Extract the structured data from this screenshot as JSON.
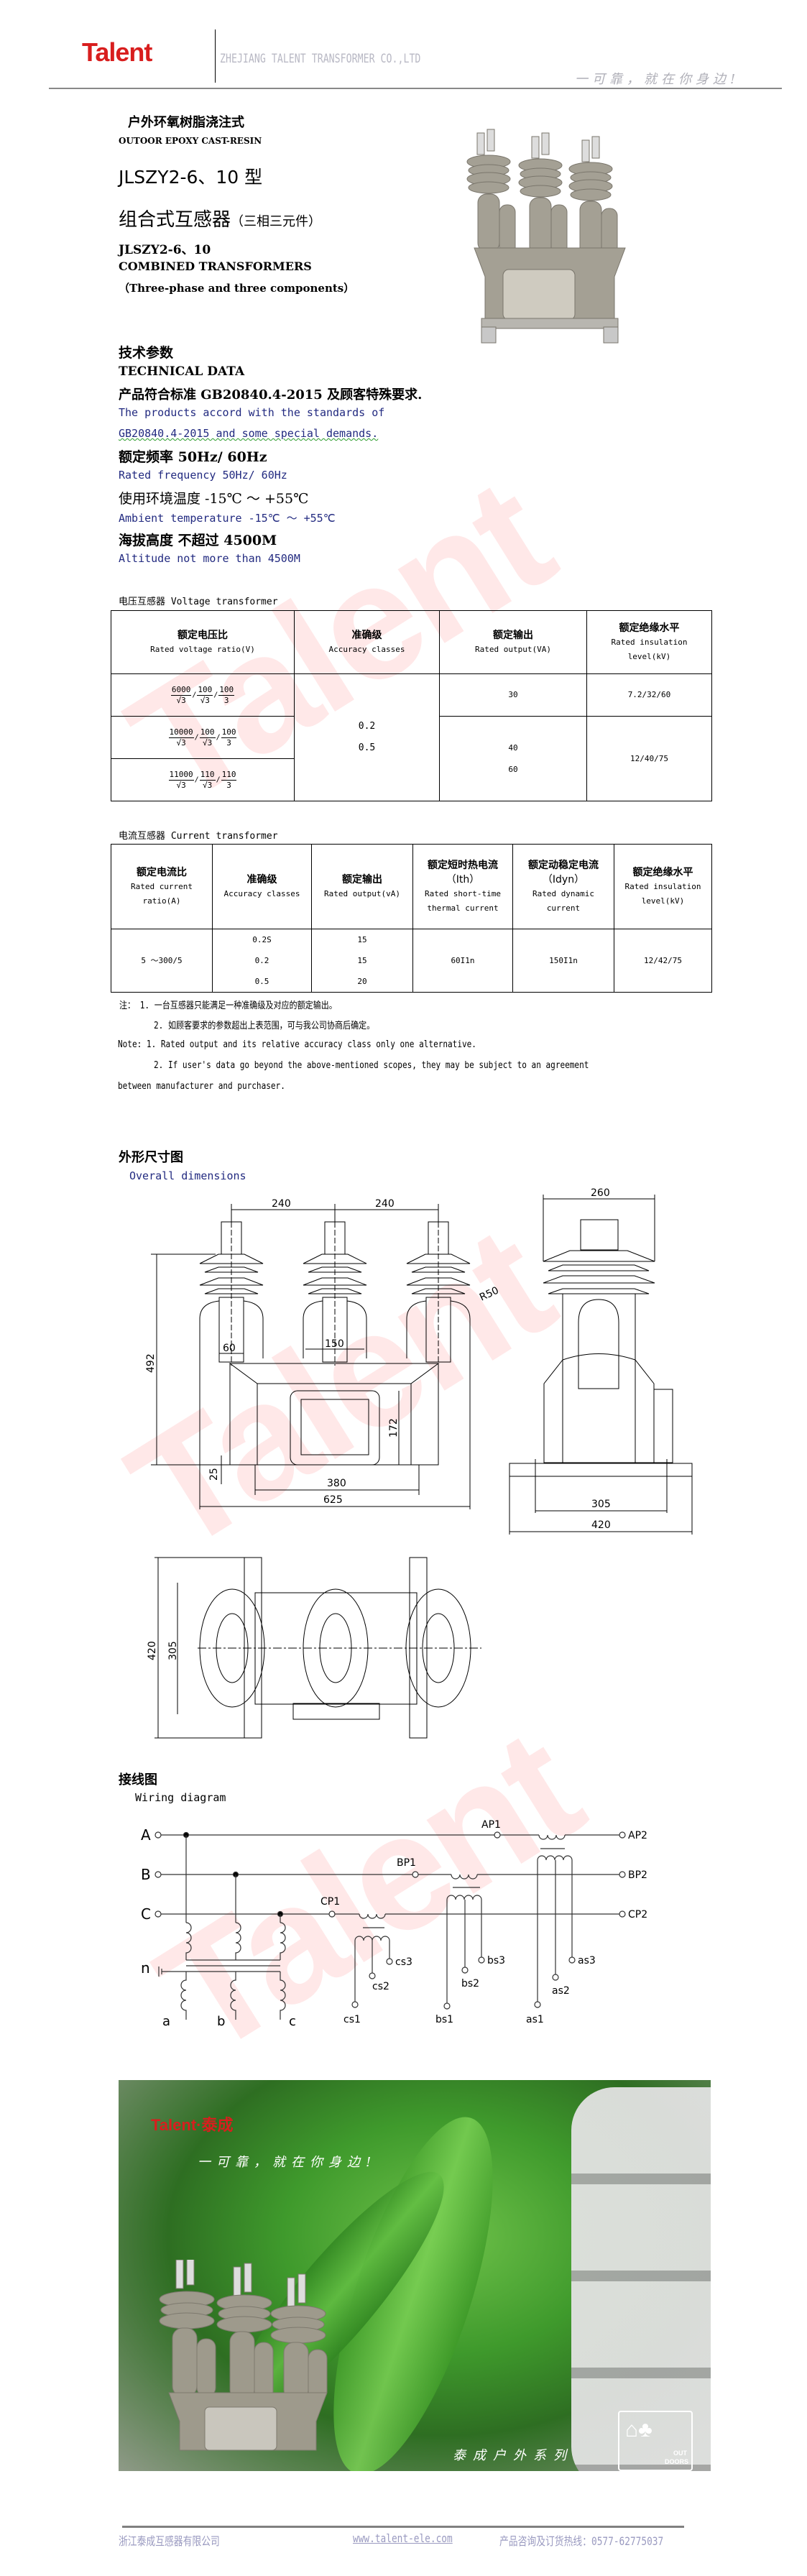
{
  "header": {
    "logo": "Talent",
    "company": "ZHEJIANG TALENT TRANSFORMER CO.,LTD",
    "slogan": "一可靠，就在你身边!"
  },
  "watermark": "Talent",
  "title": {
    "cn_type": "户外环氧树脂浇注式",
    "en_type": "OUTOOR EPOXY CAST-RESIN",
    "model": "JLSZY2-6、10 型",
    "cn_name": "组合式互感器",
    "cn_name_suffix": "（三相三元件）",
    "model_en": "JLSZY2-6、10",
    "en_name": "COMBINED TRANSFORMERS",
    "en_suffix": "（Three-phase and three components）"
  },
  "technical": {
    "heading_cn": "技术参数",
    "heading_en": "TECHNICAL DATA",
    "standard_cn": "产品符合标准 GB20840.4-2015 及顾客特殊要求.",
    "standard_en_1": "The products accord with the standards of",
    "standard_en_2": "GB20840.4-2015 and some special demands.",
    "freq_cn": "额定频率 50Hz/ 60Hz",
    "freq_en": "Rated frequency  50Hz/ 60Hz",
    "temp_cn": "使用环境温度 -15℃ ～ +55℃",
    "temp_en": "Ambient temperature  -15℃ ～ +55℃",
    "alt_cn": "海拔高度 不超过 4500M",
    "alt_en": "Altitude not more than 4500M"
  },
  "voltage_table": {
    "caption": "电压互感器 Voltage transformer",
    "headers": [
      {
        "cn": "额定电压比",
        "en": "Rated voltage ratio(V)"
      },
      {
        "cn": "准确级",
        "en": "Accuracy classes"
      },
      {
        "cn": "额定输出",
        "en": "Rated output(VA)"
      },
      {
        "cn": "额定绝缘水平",
        "en": "Rated insulation",
        "en2": "level(kV)"
      }
    ],
    "ratios": [
      [
        {
          "n": "6000",
          "d": "√3"
        },
        {
          "n": "100",
          "d": "√3"
        },
        {
          "n": "100",
          "d": "3"
        }
      ],
      [
        {
          "n": "10000",
          "d": "√3"
        },
        {
          "n": "100",
          "d": "√3"
        },
        {
          "n": "100",
          "d": "3"
        }
      ],
      [
        {
          "n": "11000",
          "d": "√3"
        },
        {
          "n": "110",
          "d": "√3"
        },
        {
          "n": "110",
          "d": "3"
        }
      ]
    ],
    "accuracy": [
      "0.2",
      "0.5"
    ],
    "output_1": "30",
    "output_2": [
      "40",
      "60"
    ],
    "insulation_1": "7.2/32/60",
    "insulation_2": "12/40/75"
  },
  "current_table": {
    "caption": "电流互感器 Current transformer",
    "headers": [
      {
        "cn": "额定电流比",
        "en": "Rated current",
        "en2": "ratio(A)"
      },
      {
        "cn": "准确级",
        "en": "Accuracy classes"
      },
      {
        "cn": "额定输出",
        "en": "Rated output(vA)"
      },
      {
        "cn": "额定短时热电流",
        "cn2": "（Ith）",
        "en": "Rated short-time",
        "en2": "thermal current"
      },
      {
        "cn": "额定动稳定电流",
        "cn2": "（Idyn）",
        "en": "Rated dynamic",
        "en2": "current"
      },
      {
        "cn": "额定绝缘水平",
        "en": "Rated insulation",
        "en2": "level(kV)"
      }
    ],
    "ratio": "5 ～300/5",
    "accuracy": [
      "0.2S",
      "0.2",
      "0.5"
    ],
    "output": [
      "15",
      "15",
      "20"
    ],
    "ith": "60I1n",
    "idyn": "150I1n",
    "insulation": "12/42/75"
  },
  "notes": {
    "cn_1": "注：  1. 一台互感器只能满足一种准确级及对应的额定输出。",
    "cn_2": "2. 如顾客要求的参数超出上表范围，可与我公司协商后确定。",
    "en_1": "Note: 1. Rated output and its relative accuracy class only one alternative.",
    "en_2": "2. If user's data go beyond the above-mentioned scopes, they may be subject to an agreement",
    "en_3": "between manufacturer and purchaser."
  },
  "dimensions": {
    "heading_cn": "外形尺寸图",
    "heading_en": "Overall dimensions",
    "labels": {
      "pitch": "240",
      "height": "492",
      "r": "R50",
      "w60": "60",
      "w150": "150",
      "h172": "172",
      "h25": "25",
      "w380": "380",
      "w625": "625",
      "w260": "260",
      "w305": "305",
      "w420": "420"
    }
  },
  "wiring": {
    "heading_cn": "接线图",
    "heading_en": "Wiring diagram",
    "phases": [
      "A",
      "B",
      "C"
    ],
    "neutral": "n",
    "outputs": [
      "a",
      "b",
      "c"
    ],
    "primary_in": [
      "AP1",
      "BP1",
      "CP1"
    ],
    "primary_out": [
      "AP2",
      "BP2",
      "CP2"
    ],
    "secondary_a": [
      "as1",
      "as2",
      "as3"
    ],
    "secondary_b": [
      "bs1",
      "bs2",
      "bs3"
    ],
    "secondary_c": [
      "cs1",
      "cs2",
      "cs3"
    ]
  },
  "banner": {
    "brand": "Talent·泰成",
    "slogan": "一可靠，就在你身边!",
    "series": "泰成户外系列",
    "badge_1": "OUT",
    "badge_2": "DOORS"
  },
  "footer": {
    "company": "浙江泰成互感器有限公司",
    "website": "www.talent-ele.com",
    "hotline": "产品咨询及订货热线：0577-62775037"
  },
  "colors": {
    "brand_red": "#d81e1e",
    "text_blue": "#222a80",
    "footer": "#9a9ac0"
  }
}
